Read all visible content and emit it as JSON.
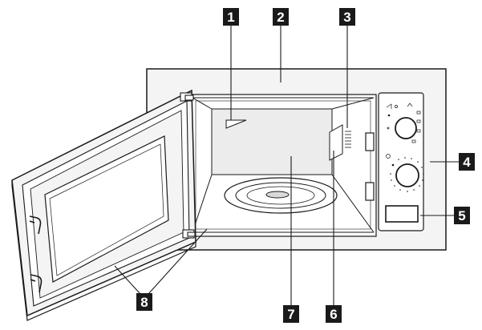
{
  "callouts": [
    {
      "label": "1"
    },
    {
      "label": "2"
    },
    {
      "label": "3"
    },
    {
      "label": "4"
    },
    {
      "label": "5"
    },
    {
      "label": "6"
    },
    {
      "label": "7"
    },
    {
      "label": "8"
    }
  ],
  "colors": {
    "stroke": "#1a1a1a",
    "frame_fill": "#f4f4f4",
    "cavity_fill": "#ececec",
    "badge_fill": "#1a1a1a",
    "badge_text": "#ffffff"
  }
}
